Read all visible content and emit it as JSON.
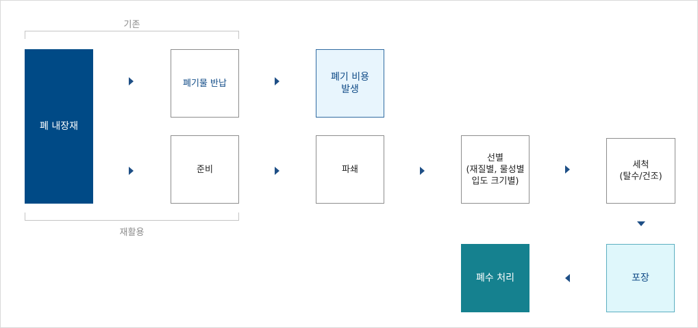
{
  "labels": {
    "existing": "기존",
    "recycling": "재활용"
  },
  "boxes": {
    "source": "폐 내장재",
    "return_waste": "폐기물 반납",
    "waste_cost": "폐기 비용\n발생",
    "prepare": "준비",
    "crush": "파쇄",
    "sort": "선별\n(재질별, 물성별\n입도 크기별)",
    "wash": "세척\n(탈수/건조)",
    "pack": "포장",
    "wastewater": "폐수 처리"
  },
  "colors": {
    "dark_blue": "#004a86",
    "teal": "#15818f",
    "light_blue": "#e8f5fd",
    "light_cyan": "#dff7fb",
    "arrow": "#1e4f86"
  }
}
